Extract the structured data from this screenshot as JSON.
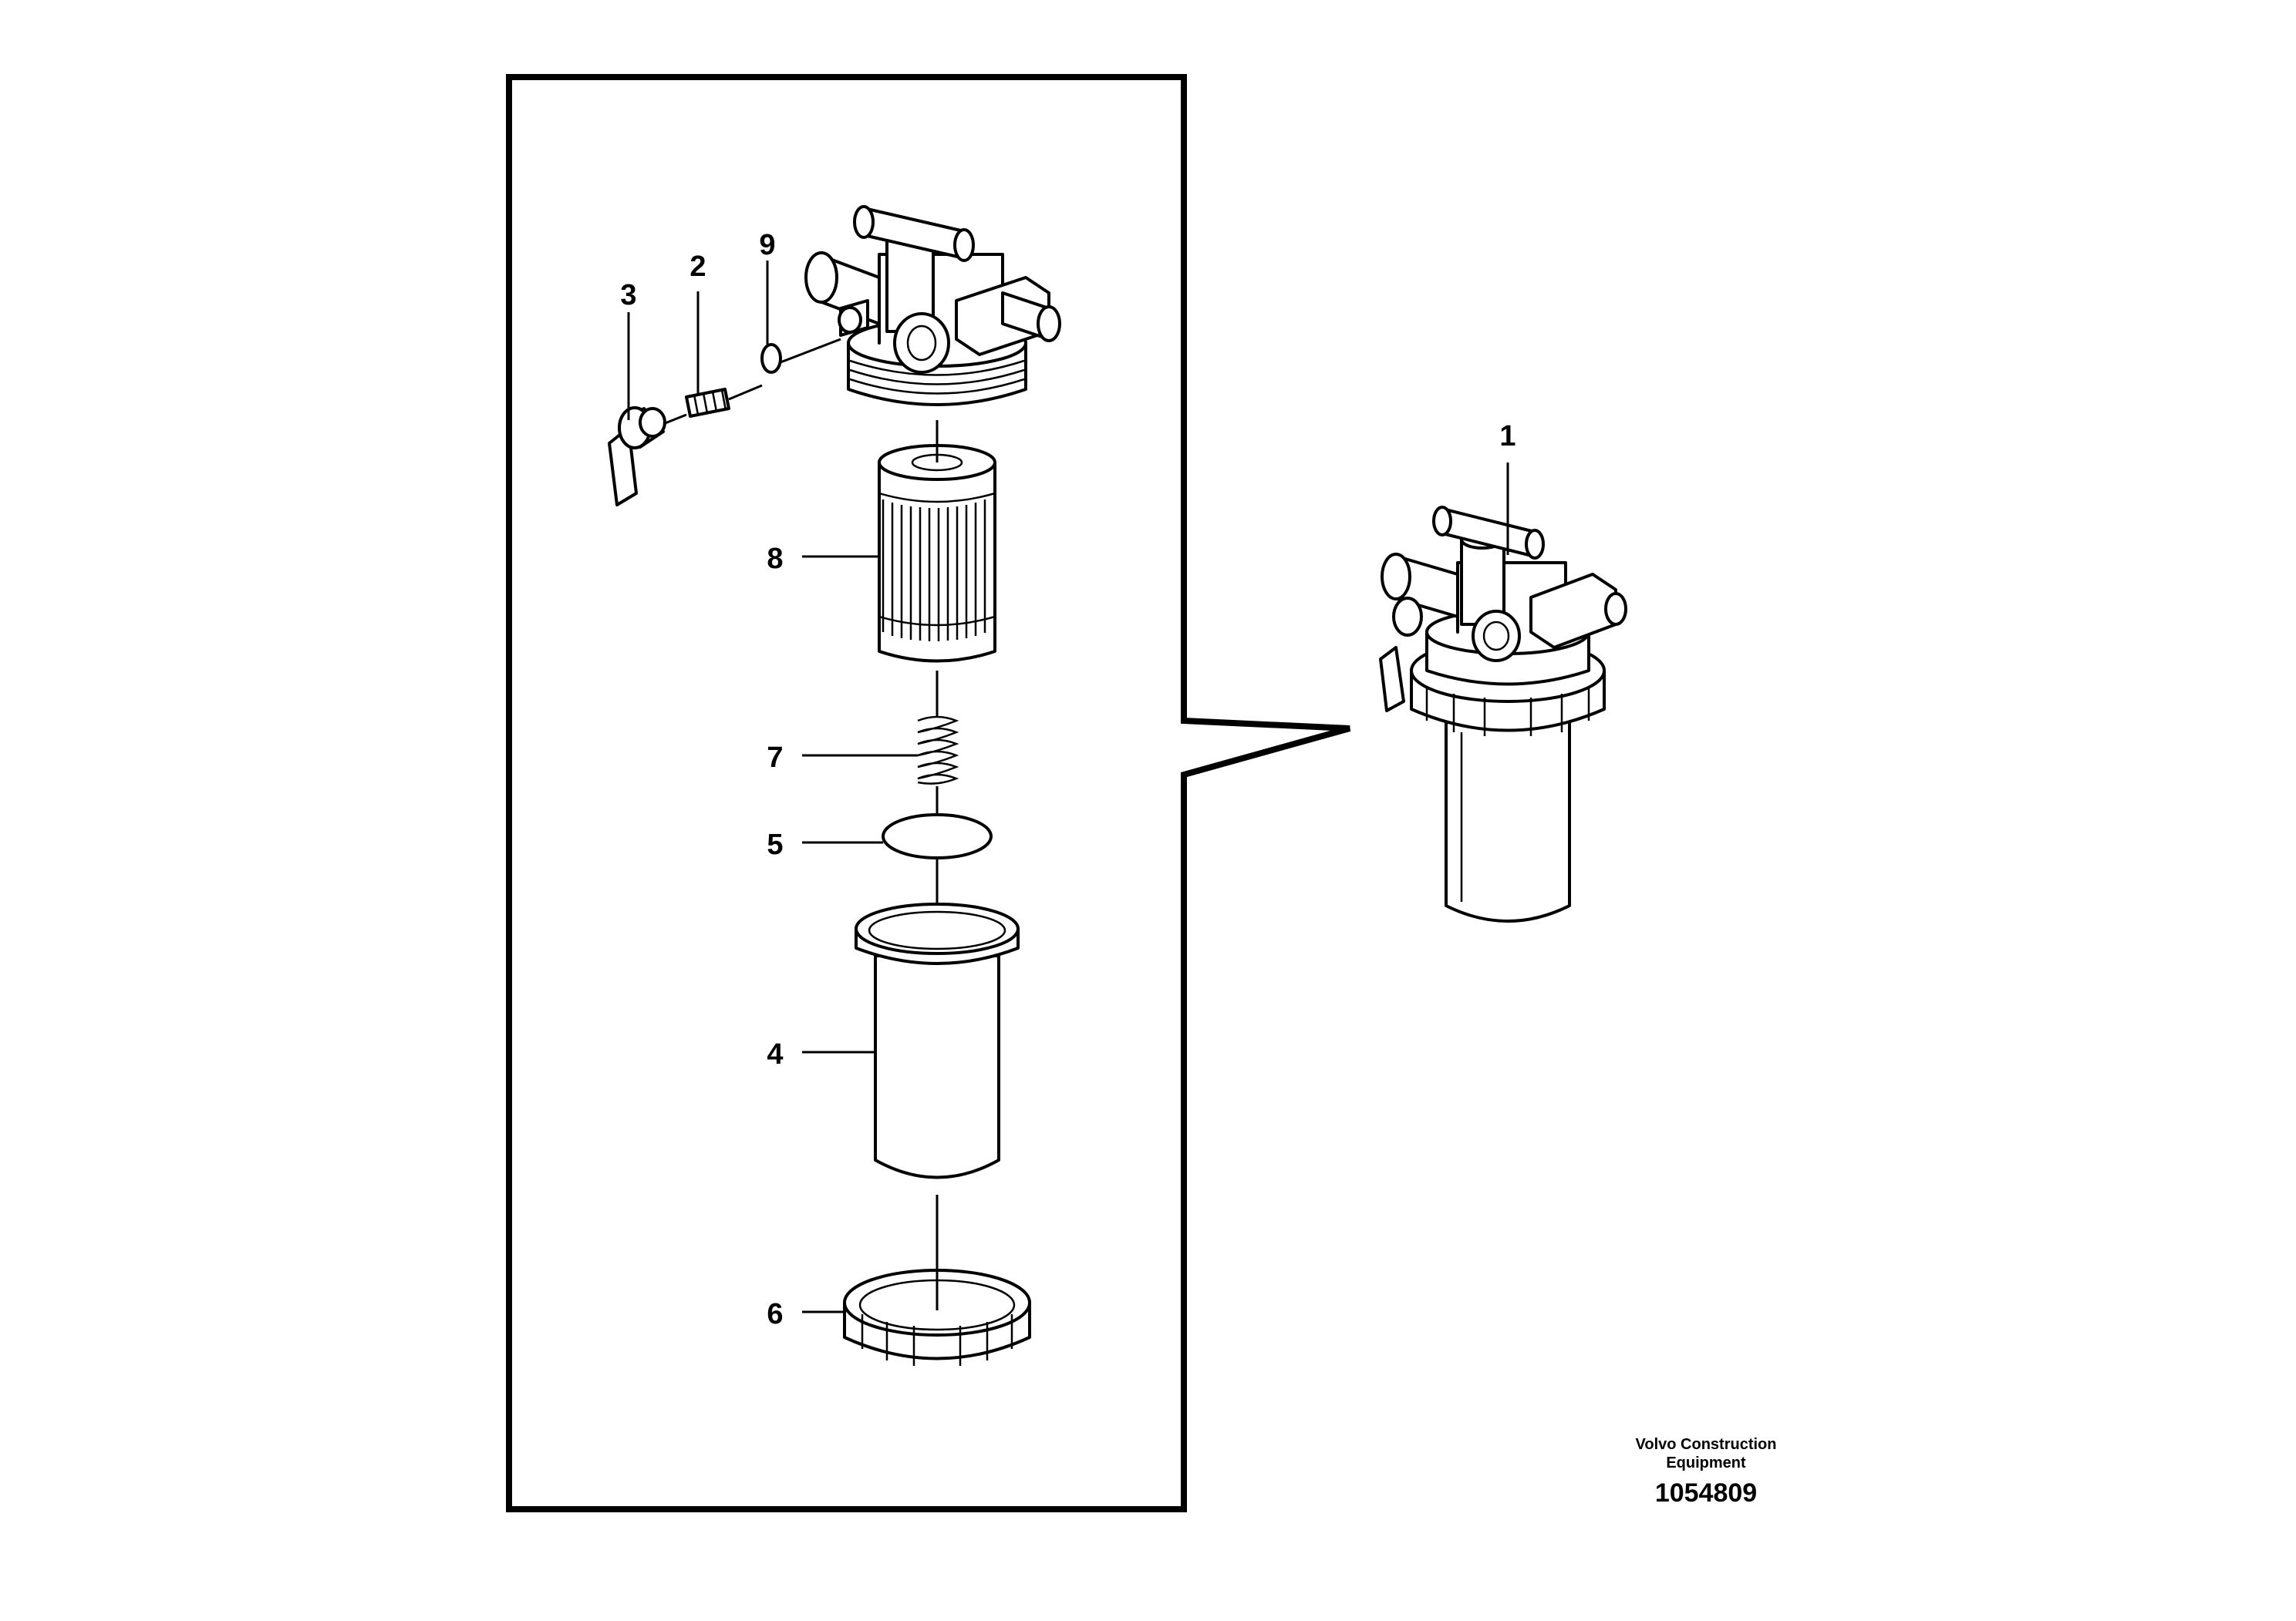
{
  "callouts": {
    "c1": "1",
    "c2": "2",
    "c3": "3",
    "c4": "4",
    "c5": "5",
    "c6": "6",
    "c7": "7",
    "c8": "8",
    "c9": "9"
  },
  "credit": {
    "line1": "Volvo Construction",
    "line2": "Equipment",
    "number": "1054809"
  }
}
